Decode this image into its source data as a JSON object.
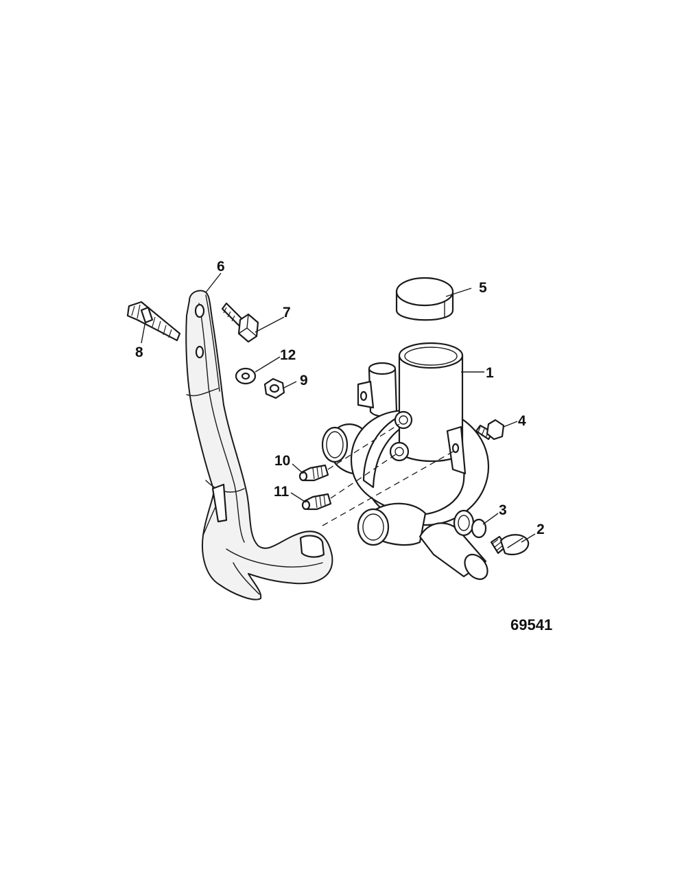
{
  "diagram": {
    "figure_number": "69541",
    "callouts": [
      {
        "id": "1",
        "text": "1"
      },
      {
        "id": "2",
        "text": "2"
      },
      {
        "id": "3",
        "text": "3"
      },
      {
        "id": "4",
        "text": "4"
      },
      {
        "id": "5",
        "text": "5"
      },
      {
        "id": "6",
        "text": "6"
      },
      {
        "id": "7",
        "text": "7"
      },
      {
        "id": "8",
        "text": "8"
      },
      {
        "id": "9",
        "text": "9"
      },
      {
        "id": "10",
        "text": "10"
      },
      {
        "id": "11",
        "text": "11"
      },
      {
        "id": "12",
        "text": "12"
      }
    ]
  }
}
